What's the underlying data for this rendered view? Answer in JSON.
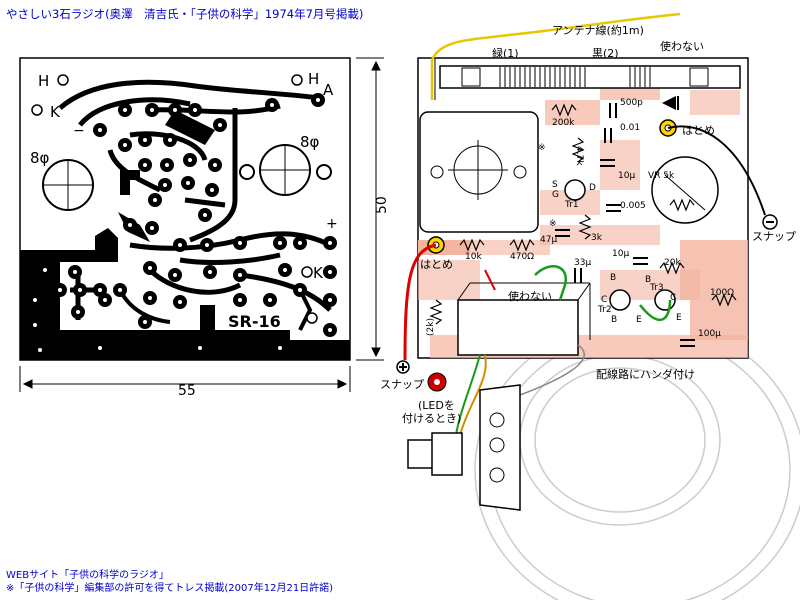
{
  "header": {
    "title": "やさしい3石ラジオ(奥澤　清吉氏・「子供の科学」1974年7月号掲載)"
  },
  "footer": {
    "line1": "WEBサイト「子供の科学のラジオ」",
    "line2": "※「子供の科学」編集部の許可を得てトレス掲載(2007年12月21日許諾)"
  },
  "pcb": {
    "model": "SR-16",
    "width_dim": "55",
    "height_dim": "50",
    "labels": {
      "h_left": "H",
      "h_right": "H",
      "k_left": "K",
      "k_right": "K",
      "a": "A",
      "minus": "−",
      "plus": "+",
      "phi_left": "8φ",
      "phi_right": "8φ"
    }
  },
  "assembly": {
    "antenna_wire": "アンテナ線(約1m)",
    "green": "緑(1)",
    "black": "黒(2)",
    "unused_top": "使わない",
    "unused_mid": "使わない",
    "hatome_top": "はとめ",
    "hatome_mid": "はとめ",
    "snap_right": "スナップ",
    "snap_left": "スナップ",
    "led_note_1": "(LEDを",
    "led_note_2": "付けるとき)",
    "solder_note": "配線路にハンダ付け",
    "parts": {
      "c500p": "500p",
      "r200k": "200k",
      "c001": "0.01",
      "r4k7": "4.7k",
      "c10u_a": "10μ",
      "vr": "VR 5k",
      "s": "S",
      "g": "G",
      "d": "D",
      "tr1": "Tr1",
      "c0005": "0.005",
      "c47u": "47μ",
      "r3k": "3k",
      "r10k": "10k",
      "r470": "470Ω",
      "c33u": "33μ",
      "c10u_b": "10μ",
      "r20k": "20k",
      "tr3": "Tr3",
      "tr2": "Tr2",
      "r100": "100Ω",
      "c100u": "100μ",
      "r2k": "(2k)",
      "b1": "B",
      "b2": "B",
      "c1": "C",
      "b3": "B",
      "e1": "E",
      "c2": "C",
      "e2": "E",
      "star1": "※",
      "star2": "※"
    }
  }
}
